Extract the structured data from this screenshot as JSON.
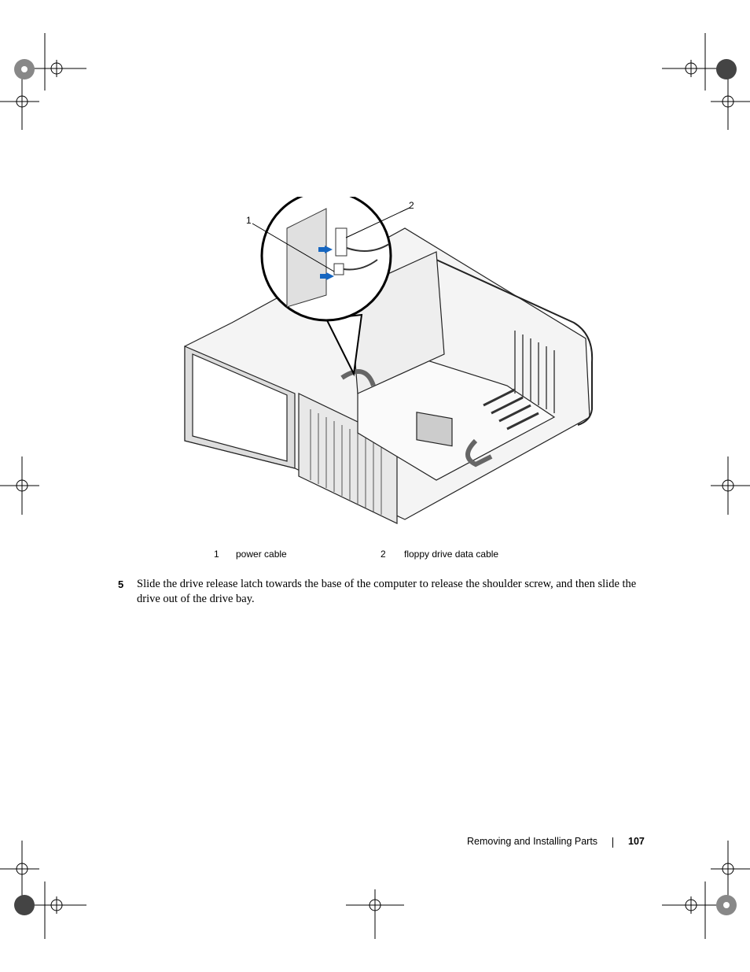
{
  "figure": {
    "callouts": [
      {
        "number": "1",
        "label": "power cable"
      },
      {
        "number": "2",
        "label": "floppy drive data cable"
      }
    ]
  },
  "step": {
    "number": "5",
    "text": "Slide the drive release latch towards the base of the computer to release the shoulder screw, and then slide the drive out of the drive bay."
  },
  "footer": {
    "section": "Removing and Installing Parts",
    "page_number": "107"
  }
}
